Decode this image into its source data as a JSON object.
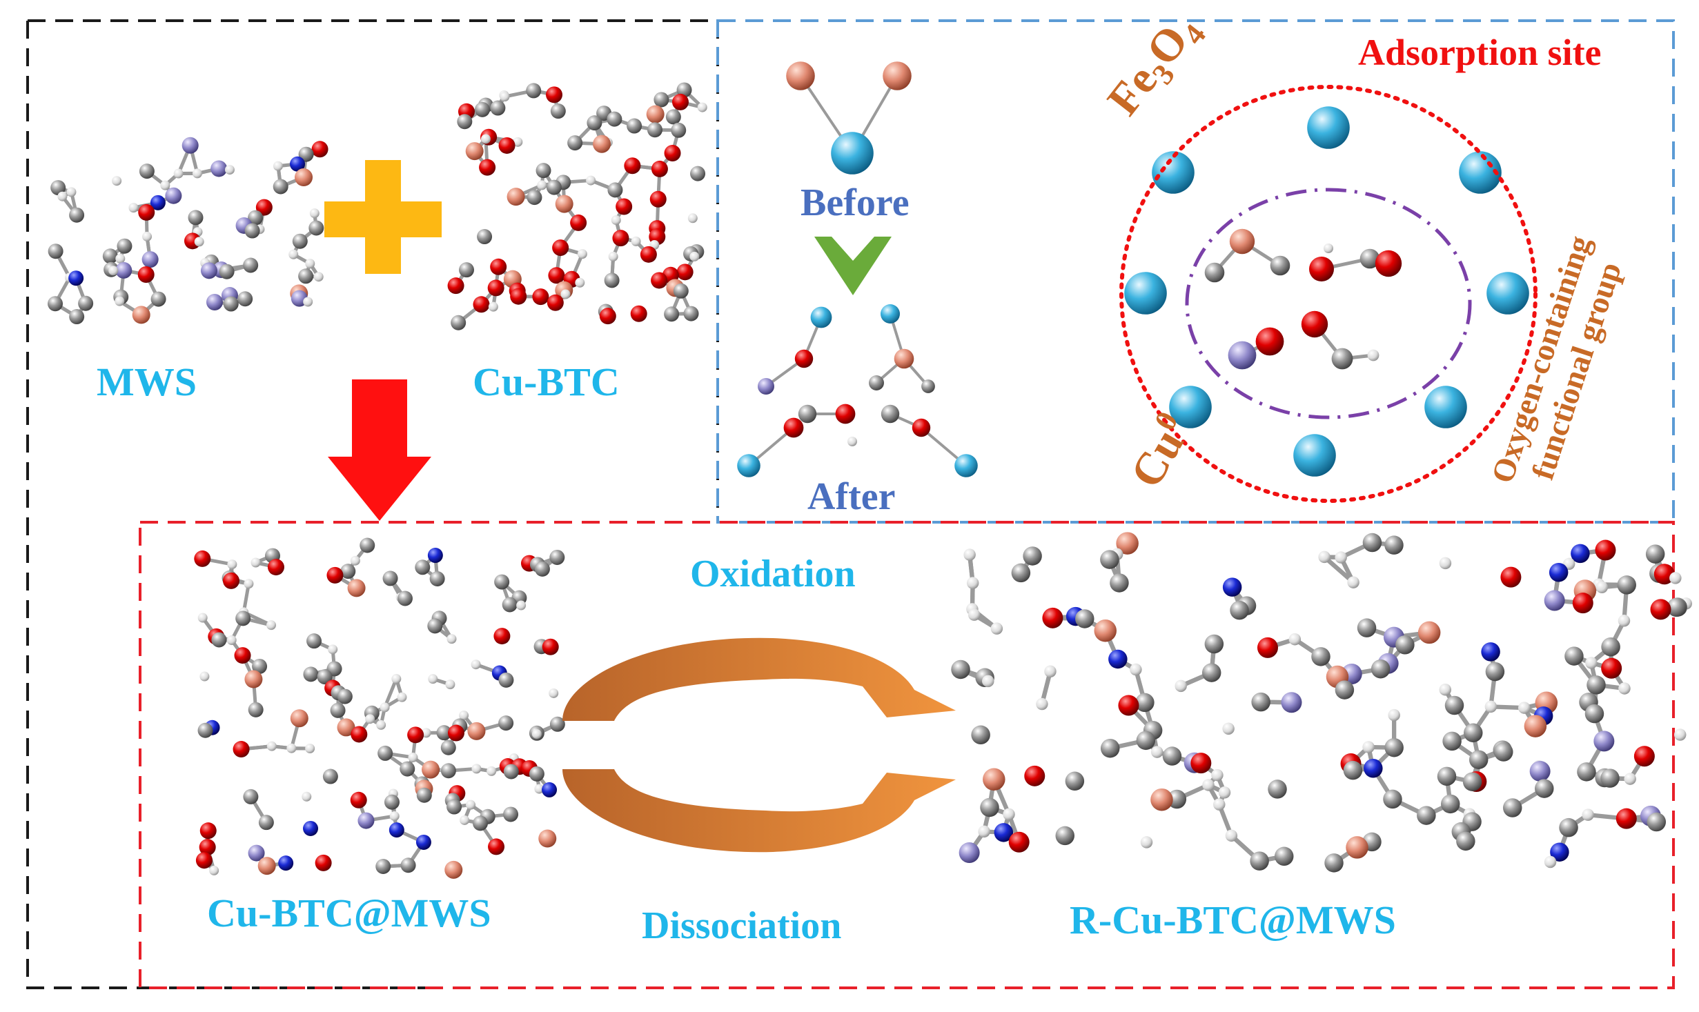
{
  "labels": {
    "mws": "MWS",
    "cu_btc": "Cu-BTC",
    "cu_btc_mws": "Cu-BTC@MWS",
    "r_cu_btc_mws": "R-Cu-BTC@MWS",
    "oxidation": "Oxidation",
    "dissociation": "Dissociation",
    "before": "Before",
    "after": "After",
    "adsorption_site": "Adsorption site",
    "fe3o4": {
      "fe": "Fe",
      "sub3": "3",
      "o": "O",
      "sub4": "4"
    },
    "cu0": {
      "cu": "Cu",
      "sup0": "0"
    },
    "oxygen_group_line1": "Oxygen-containing",
    "oxygen_group_line2": "functional group"
  },
  "colors": {
    "panel_black": "#1a1a1a",
    "panel_blue": "#5b9bd5",
    "panel_red": "#e8202a",
    "label_cyan": "#1fb6ea",
    "label_blue": "#4a6fbf",
    "label_orange": "#c86a26",
    "label_red": "#f01010",
    "atom_carbon": "#8c8c8c",
    "atom_hydrogen": "#e6e6e6",
    "atom_oxygen": "#d40000",
    "atom_nitrogen": "#1a2ad4",
    "atom_copper": "#e08870",
    "atom_iron": "#3bb3e0",
    "atom_purple": "#8e87c9",
    "plus": "#fdb813",
    "arrow_red": "#ff1010",
    "chevron_green": "#6aab3a",
    "cycle_orange": "#e58a3a"
  },
  "icons": [
    "plus-icon",
    "down-arrow-icon",
    "chevron-down-icon",
    "cycle-arrow-icon"
  ]
}
